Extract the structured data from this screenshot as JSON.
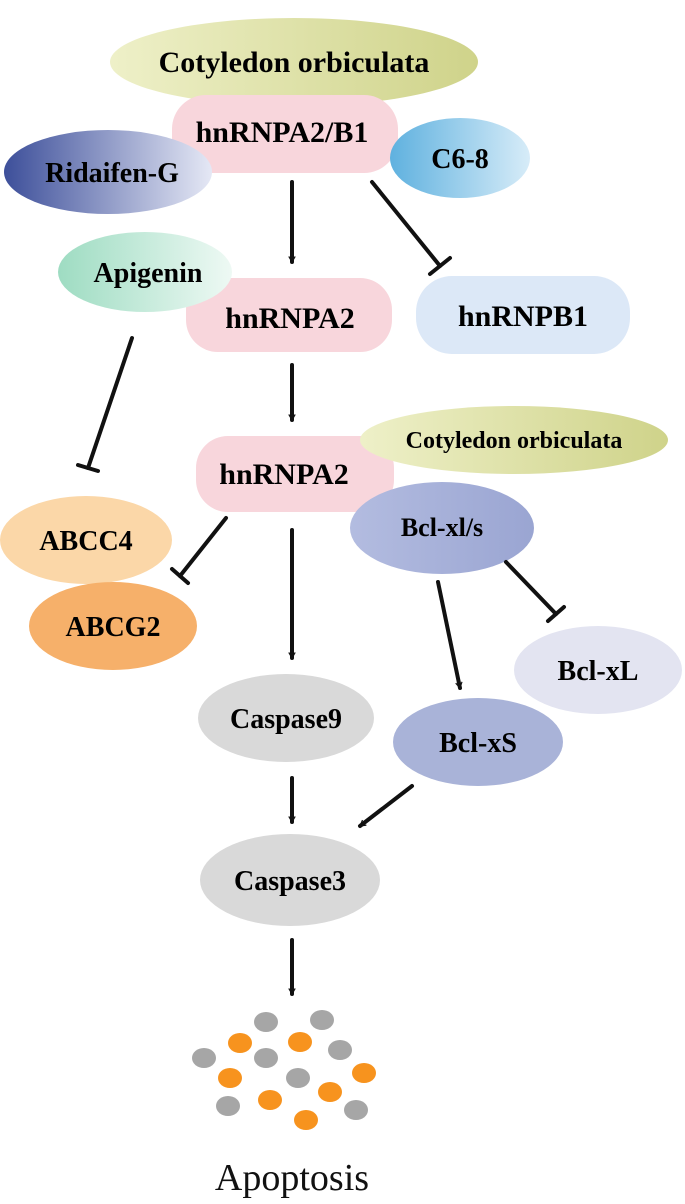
{
  "nodes": {
    "cotyledon_top": "Cotyledon orbiculata",
    "hnrnpa2b1": "hnRNPA2/B1",
    "ridaifen": "Ridaifen-G",
    "c68": "C6-8",
    "apigenin": "Apigenin",
    "hnrnpa2_upper": "hnRNPA2",
    "hnrnpb1": "hnRNPB1",
    "hnrnpa2_lower": "hnRNPA2",
    "cotyledon_mid": "Cotyledon orbiculata",
    "bclxls": "Bcl-xl/s",
    "abcc4": "ABCC4",
    "abcg2": "ABCG2",
    "bclxl": "Bcl-xL",
    "caspase9": "Caspase9",
    "bclxs": "Bcl-xS",
    "caspase3": "Caspase3",
    "apoptosis": "Apoptosis"
  },
  "colors": {
    "olive": "#d9dca0",
    "pink": "#f8d6dc",
    "navy_dark": "#4b5ca3",
    "sky": "#8fc9e8",
    "mint": "#b9e6d4",
    "pale_blue": "#dce8f7",
    "lavender": "#a9b3d8",
    "peach": "#fbd7a8",
    "orange": "#f6b06a",
    "grey_light": "#e3e4f1",
    "grey": "#d9d9d9",
    "dot_orange": "#f7931e",
    "dot_grey": "#a6a6a6"
  },
  "edges": [
    {
      "from": "hnrnpa2b1",
      "to": "hnrnpa2_upper",
      "type": "activation"
    },
    {
      "from": "hnrnpa2b1",
      "to": "hnrnpb1",
      "type": "inhibition"
    },
    {
      "from": "hnrnpa2_upper",
      "to": "hnrnpa2_lower",
      "type": "activation"
    },
    {
      "from": "apigenin",
      "to": "abcc4",
      "type": "inhibition"
    },
    {
      "from": "hnrnpa2_lower",
      "to": "abcg2",
      "type": "inhibition"
    },
    {
      "from": "hnrnpa2_lower",
      "to": "caspase9",
      "type": "activation"
    },
    {
      "from": "bclxls",
      "to": "bclxs",
      "type": "activation"
    },
    {
      "from": "bclxls",
      "to": "bclxl",
      "type": "inhibition"
    },
    {
      "from": "caspase9",
      "to": "caspase3",
      "type": "activation"
    },
    {
      "from": "bclxs",
      "to": "caspase3",
      "type": "activation"
    },
    {
      "from": "caspase3",
      "to": "apoptosis",
      "type": "activation"
    }
  ]
}
